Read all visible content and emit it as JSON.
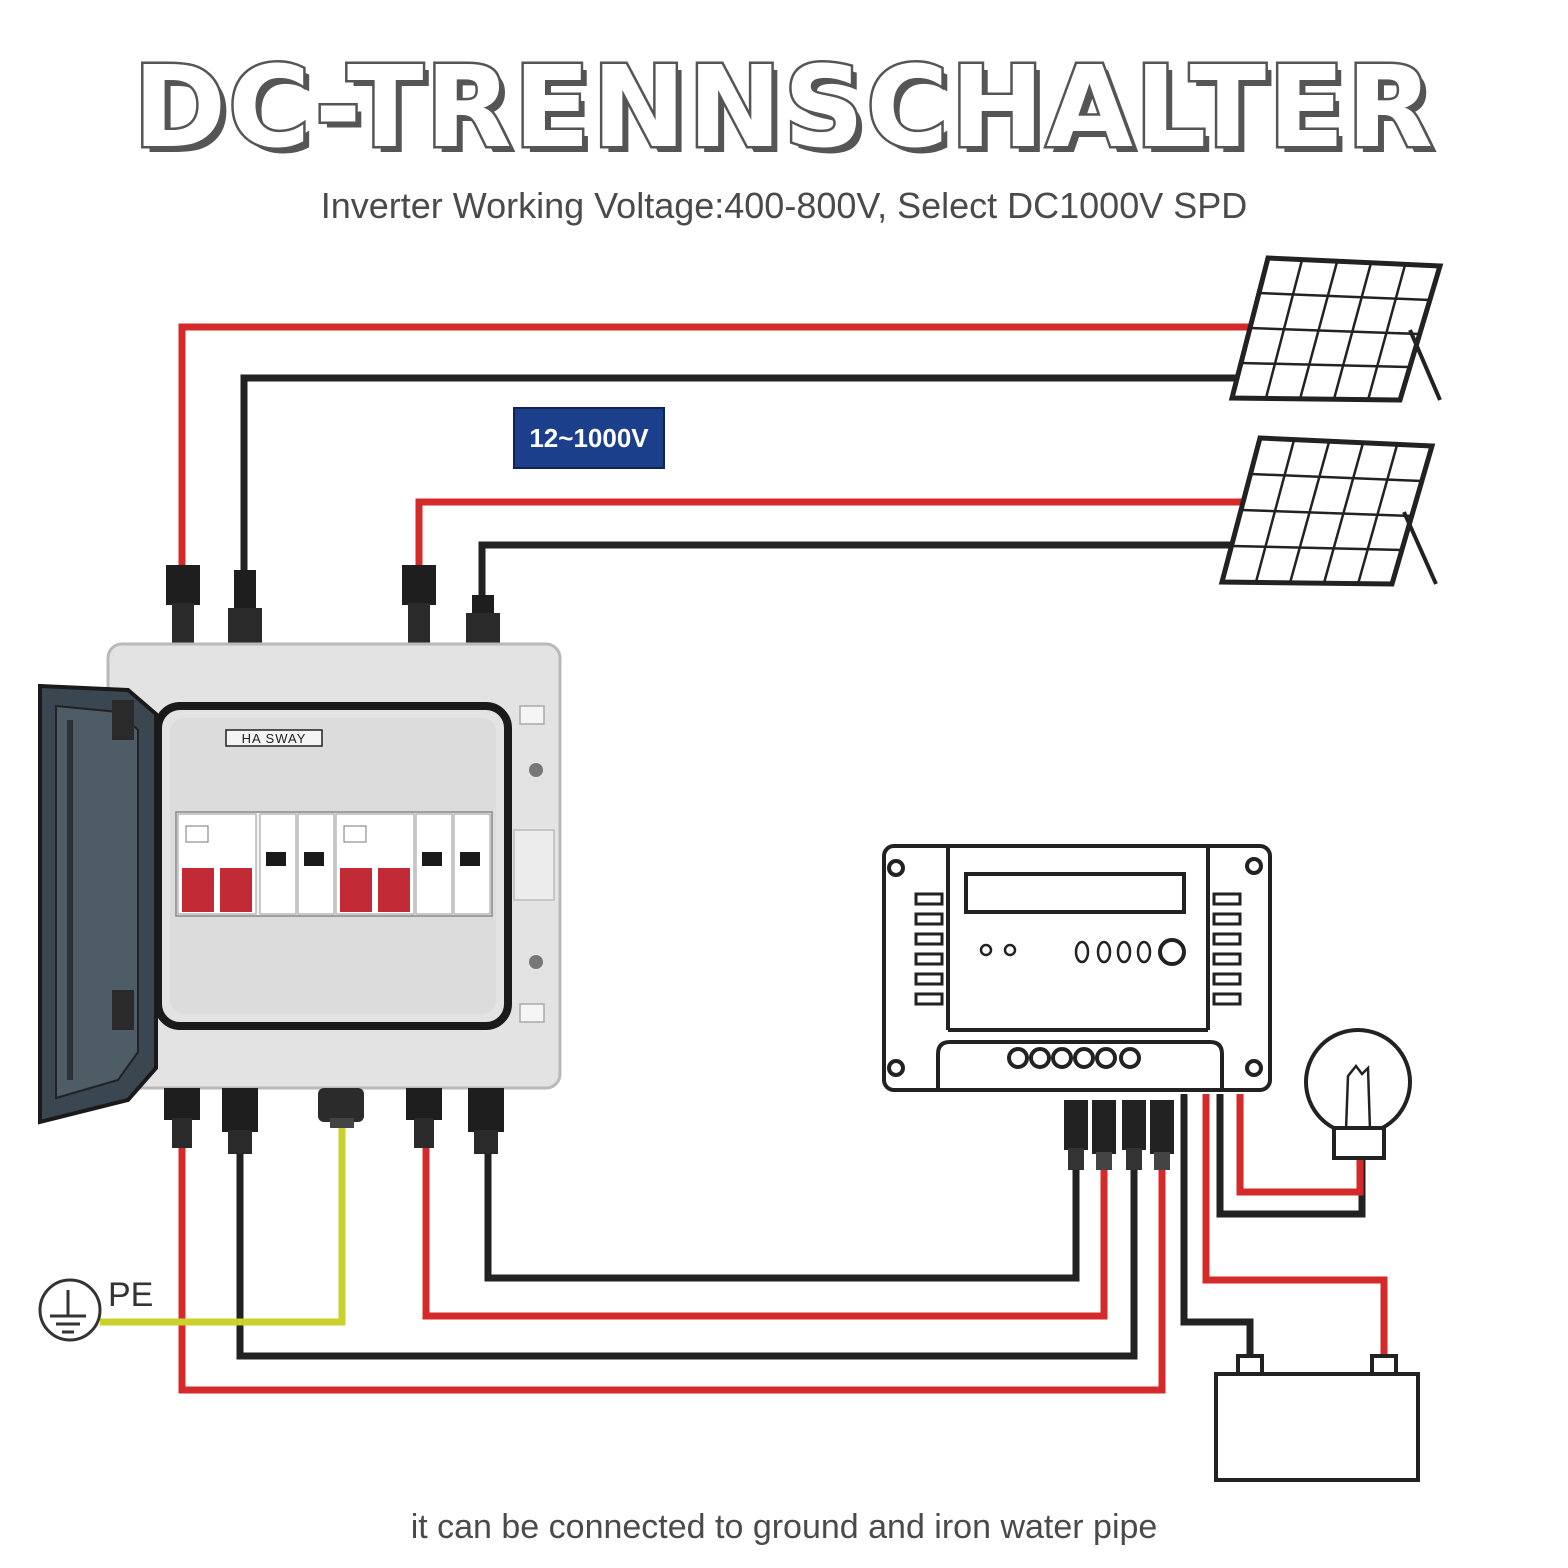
{
  "title": "DC-TRENNSCHALTER",
  "subtitle": "Inverter Working Voltage:400-800V, Select DC1000V SPD",
  "badge": "12~1000V",
  "brand_label": "HA SWAY",
  "ground_label": "PE",
  "caption": "it can be connected to ground and iron water pipe",
  "colors": {
    "positive_wire": "#d42a2a",
    "negative_wire": "#222222",
    "ground_wire": "#c9d12a",
    "badge": "#1c3f8c",
    "breaker": "#c22a36"
  },
  "components": [
    "solar-panel-1-icon",
    "solar-panel-2-icon",
    "combiner-box",
    "charge-controller",
    "light-bulb-icon",
    "battery-icon",
    "ground-icon"
  ]
}
